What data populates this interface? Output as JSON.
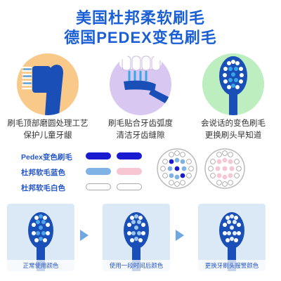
{
  "headline": {
    "line1": "美国杜邦柔软刷毛",
    "line2": "德国PEDEX变色刷毛"
  },
  "features": [
    {
      "icon": "brush-head-side-icon",
      "line1": "刷毛顶部磨圆处理工艺",
      "line2": "保护儿童牙龈"
    },
    {
      "icon": "brush-on-teeth-icon",
      "line1": "刷毛贴合牙齿弧度",
      "line2": "清洁牙齿缝隙"
    },
    {
      "icon": "brush-head-front-icon",
      "line1": "会说话的变色刷毛",
      "line2": "更换刷头早知道"
    }
  ],
  "legend": [
    {
      "label": "Pedex变色刷毛",
      "color_a": "#1a1ad0",
      "color_b": "#1a1ad0"
    },
    {
      "label": "杜邦软毛蓝色",
      "color_a": "#7fb2e5",
      "color_b": "#f6c6d2"
    },
    {
      "label": "杜邦软毛白色",
      "color_a": "#ffffff",
      "color_b": "#ffffff"
    }
  ],
  "stages": [
    {
      "label": "正常使用颜色"
    },
    {
      "label": "使用一段时间后颜色"
    },
    {
      "label": "更换牙刷头报警颜色"
    }
  ],
  "colors": {
    "brand_blue": "#1a5fd6",
    "feature_bg_1": "#f9c98a",
    "feature_bg_2": "#d8c7f0",
    "feature_bg_3": "#bdeec0"
  }
}
